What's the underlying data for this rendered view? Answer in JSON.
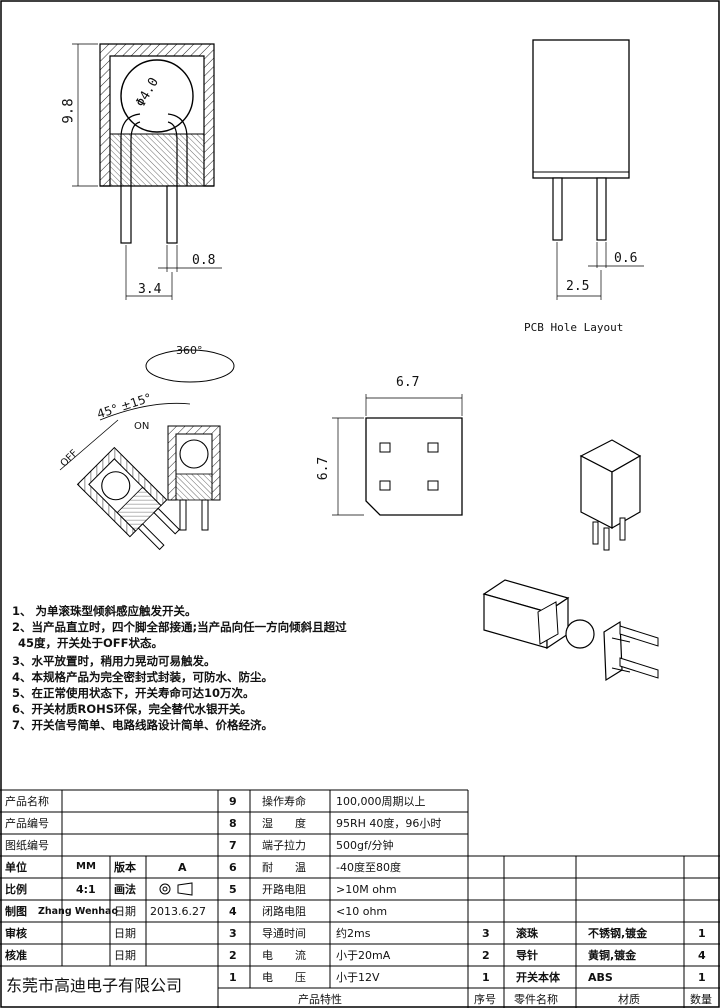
{
  "dims": {
    "height": "9.8",
    "ball_dia": "Φ4.0",
    "pin_width": "0.8",
    "pin_pitch": "3.4",
    "pcb_pin_width": "0.6",
    "pcb_pitch": "2.5",
    "top_width": "6.7",
    "top_height": "6.7",
    "rotation": "360°",
    "tilt_angle": "45°  ±15°",
    "off": "OFF",
    "on": "ON"
  },
  "pcb_label": "PCB Hole Layout",
  "notes": [
    "1、 为单滚珠型倾斜感应触发开关。",
    "2、当产品直立时，四个脚全部接通;当产品向任一方向倾斜且超过",
    "   45度，开关处于OFF状态。",
    "3、水平放置时，稍用力晃动可易触发。",
    "4、本规格产品为完全密封式封装，可防水、防尘。",
    "5、在正常使用状态下，开关寿命可达10万次。",
    "6、开关材质ROHS环保，完全替代水银开关。",
    "7、开关信号简单、电路线路设计简单、价格经济。"
  ],
  "titleblock": {
    "product_name": "产品名称",
    "product_code": "产品编号",
    "drawing_code": "图纸编号",
    "unit_label": "单位",
    "unit_value": "MM",
    "version_label": "版本",
    "version_value": "A",
    "scale_label": "比例",
    "scale_value": "4:1",
    "method_label": "画法",
    "drawn_label": "制图",
    "drawn_value": "Zhang Wenhao",
    "review_label": "审核",
    "approve_label": "核准",
    "date_label": "日期",
    "date_value": "2013.6.27",
    "company": "东莞市高迪电子有限公司"
  },
  "properties": {
    "header": "产品特性",
    "rows": [
      {
        "no": "9",
        "name": "操作寿命",
        "value": "100,000周期以上"
      },
      {
        "no": "8",
        "name": "湿　　度",
        "value": "95RH 40度，96小时"
      },
      {
        "no": "7",
        "name": "端子拉力",
        "value": "500gf/分钟"
      },
      {
        "no": "6",
        "name": "耐　　温",
        "value": "-40度至80度"
      },
      {
        "no": "5",
        "name": "开路电阻",
        "value": ">10M ohm"
      },
      {
        "no": "4",
        "name": "闭路电阻",
        "value": "<10 ohm"
      },
      {
        "no": "3",
        "name": "导通时间",
        "value": "约2ms"
      },
      {
        "no": "2",
        "name": "电　　流",
        "value": "小于20mA"
      },
      {
        "no": "1",
        "name": "电　　压",
        "value": "小于12V"
      }
    ]
  },
  "parts": {
    "headers": {
      "no": "序号",
      "name": "零件名称",
      "material": "材质",
      "qty": "数量"
    },
    "rows": [
      {
        "no": "3",
        "name": "滚珠",
        "material": "不锈钢,镀金",
        "qty": "1"
      },
      {
        "no": "2",
        "name": "导针",
        "material": "黄铜,镀金",
        "qty": "4"
      },
      {
        "no": "1",
        "name": "开关本体",
        "material": "ABS",
        "qty": "1"
      }
    ]
  }
}
